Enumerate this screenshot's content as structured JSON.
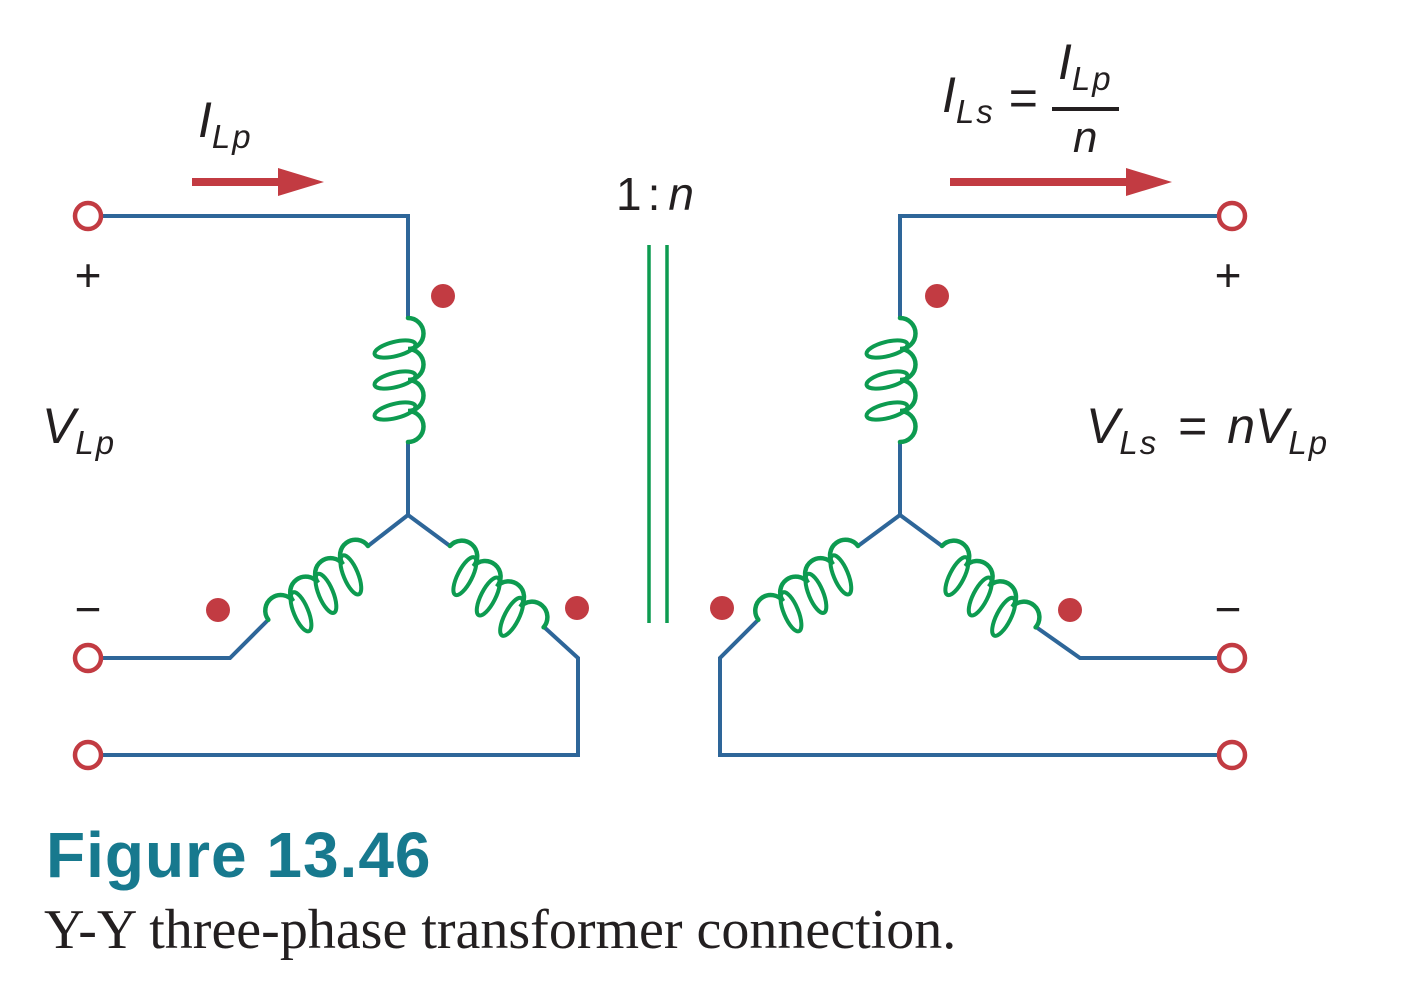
{
  "figure": {
    "title": "Figure 13.46",
    "caption": "Y-Y three-phase transformer connection."
  },
  "colors": {
    "wire": "#2e6699",
    "coil": "#0d9b50",
    "accent_red": "#c23b42",
    "title_teal": "#17798e",
    "text": "#231f20"
  },
  "labels": {
    "current_primary": {
      "base": "I",
      "sub": "Lp"
    },
    "current_secondary": {
      "base": "I",
      "sub": "Ls"
    },
    "voltage_primary": {
      "base": "V",
      "sub": "Lp"
    },
    "voltage_secondary": {
      "base": "V",
      "sub": "Ls"
    },
    "equals": "=",
    "n": "n",
    "ratio_one": "1",
    "ratio_colon": ":",
    "plus": "+",
    "minus": "−"
  }
}
